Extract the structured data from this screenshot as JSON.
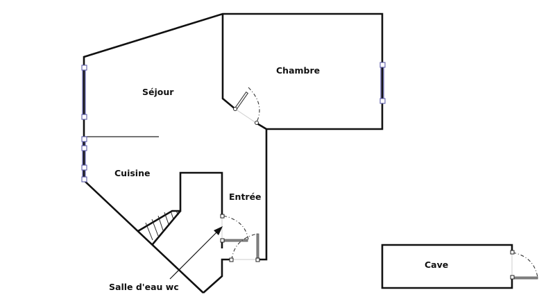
{
  "plan": {
    "rooms": [
      {
        "id": "sejour",
        "label": "Séjour"
      },
      {
        "id": "chambre",
        "label": "Chambre"
      },
      {
        "id": "cuisine",
        "label": "Cuisine"
      },
      {
        "id": "entree",
        "label": "Entrée"
      },
      {
        "id": "salle_eau",
        "label": "Salle d'eau wc"
      },
      {
        "id": "cave",
        "label": "Cave"
      }
    ]
  },
  "colors": {
    "wall": "#111111",
    "window": "#5b5ba8",
    "background": "#ffffff"
  }
}
